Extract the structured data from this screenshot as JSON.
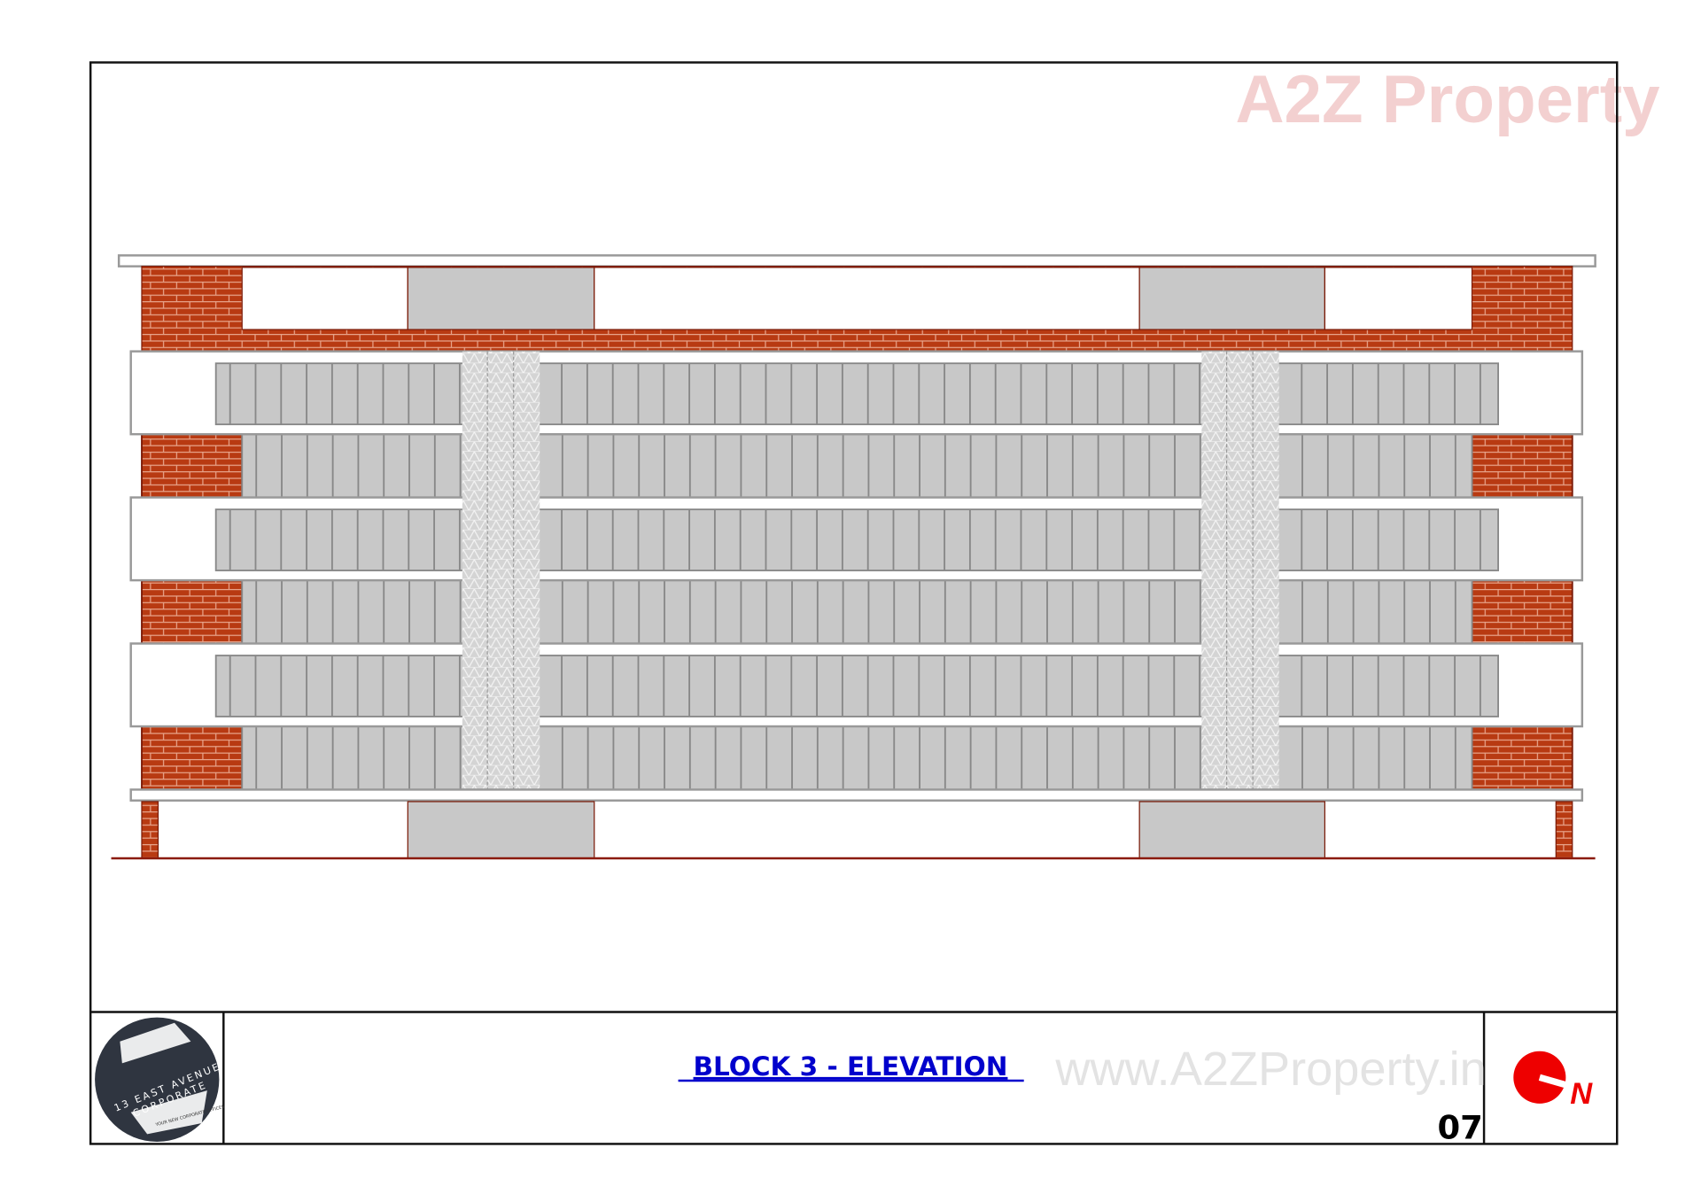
{
  "sheet": {
    "title": "BLOCK 3 - ELEVATION",
    "sheet_number": "07",
    "watermark_top": "A2Z Property",
    "watermark_footer": "www.A2ZProperty.in",
    "north_label": "N",
    "logo": {
      "line1": "13 EAST AVENUE",
      "line2": "CORPORATE",
      "tagline": "YOUR NEW CORPORATE OFFICES"
    }
  },
  "colors": {
    "brick": "#b83a12",
    "mortar": "#e8b09a",
    "panel": "#c8c8c8",
    "title": "#0000cc",
    "north": "#ee0000"
  }
}
